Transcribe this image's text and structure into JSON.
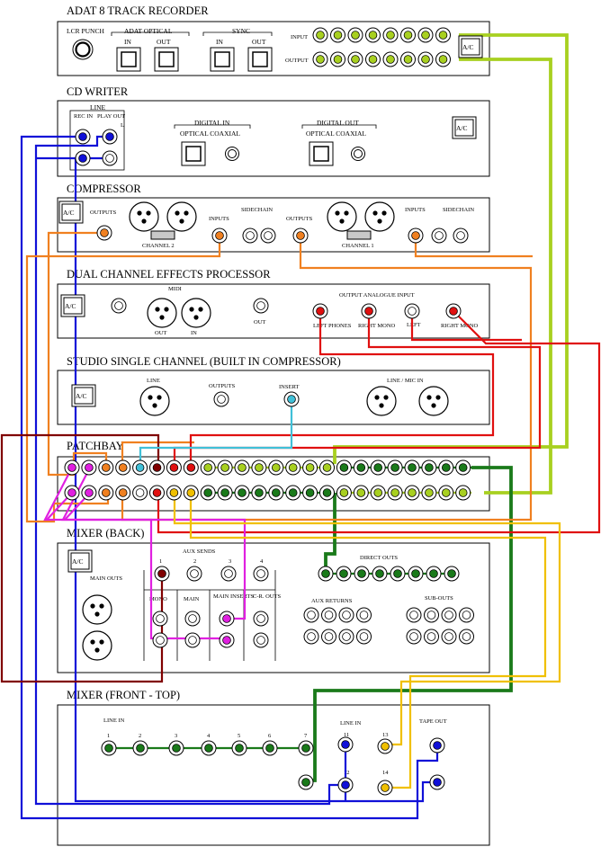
{
  "colors": {
    "blue": "#1010d8",
    "orange": "#f08020",
    "lime": "#a8d020",
    "green": "#1a7a1a",
    "red": "#e01010",
    "darkred": "#800000",
    "cyan": "#40c0d8",
    "magenta": "#e020e0",
    "yellow": "#f0c000",
    "grey": "#d8d8d8"
  },
  "sections": {
    "adat": {
      "title": "ADAT 8 TRACK RECORDER",
      "lcr_punch": "LCR PUNCH",
      "adat_optical": "ADAT OPTICAL",
      "sync": "SYNC",
      "in1": "IN",
      "out1": "OUT",
      "in2": "IN",
      "out2": "OUT",
      "input": "INPUT",
      "output": "OUTPUT",
      "ac": "A/C"
    },
    "cd": {
      "title": "CD WRITER",
      "line": "LINE",
      "rec_in": "REC IN",
      "play_out": "PLAY OUT",
      "l": "L",
      "digital_in": "DIGITAL IN",
      "optical_coaxial_1": "OPTICAL COAXIAL",
      "digital_out": "DIGITAL OUT",
      "optical_coaxial_2": "OPTICAL COAXIAL",
      "ac": "A/C"
    },
    "comp": {
      "title": "COMPRESSOR",
      "outputs_1": "OUTPUTS",
      "inputs_1": "INPUTS",
      "sidechain_1": "SIDECHAIN",
      "outputs_2": "OUTPUTS",
      "inputs_2": "INPUTS",
      "sidechain_2": "SIDECHAIN",
      "channel2": "CHANNEL 2",
      "channel1": "CHANNEL 1",
      "ac": "A/C"
    },
    "fx": {
      "title": "DUAL CHANNEL EFFECTS PROCESSOR",
      "midi": "MIDI",
      "out": "OUT",
      "in": "IN",
      "out2": "OUT",
      "output_analogue_input": "OUTPUT ANALOGUE INPUT",
      "left_phones": "LEFT PHONES",
      "right_mono": "RIGHT MONO",
      "left": "LEFT",
      "right_mono2": "RIGHT MONO",
      "ac": "A/C"
    },
    "studio": {
      "title": "STUDIO SINGLE CHANNEL (BUILT IN COMPRESSOR)",
      "line": "LINE",
      "outputs": "OUTPUTS",
      "insert": "INSERT",
      "line_mic_in": "LINE / MIC IN",
      "ac": "A/C"
    },
    "patchbay": {
      "title": "PATCHBAY"
    },
    "mixer_back": {
      "title": "MIXER (BACK)",
      "main_outs": "MAIN OUTS",
      "aux_sends": "AUX SENDS",
      "n1": "1",
      "n2": "2",
      "n3": "3",
      "n4": "4",
      "mono": "MONO",
      "main": "MAIN",
      "main_inserts": "MAIN INSERTS",
      "cr_outs": "C-R. OUTS",
      "direct_outs": "DIRECT OUTS",
      "aux_returns": "AUX RETURNS",
      "sub_outs": "SUB-OUTS",
      "ac": "A/C"
    },
    "mixer_front": {
      "title": "MIXER (FRONT - TOP)",
      "line_in": "LINE IN",
      "line_in2": "LINE IN",
      "tape_out": "TAPE OUT",
      "ch": [
        "1",
        "2",
        "3",
        "4",
        "5",
        "6",
        "7"
      ],
      "n11": "11",
      "n12": "12",
      "n13": "13",
      "n14": "14"
    }
  }
}
